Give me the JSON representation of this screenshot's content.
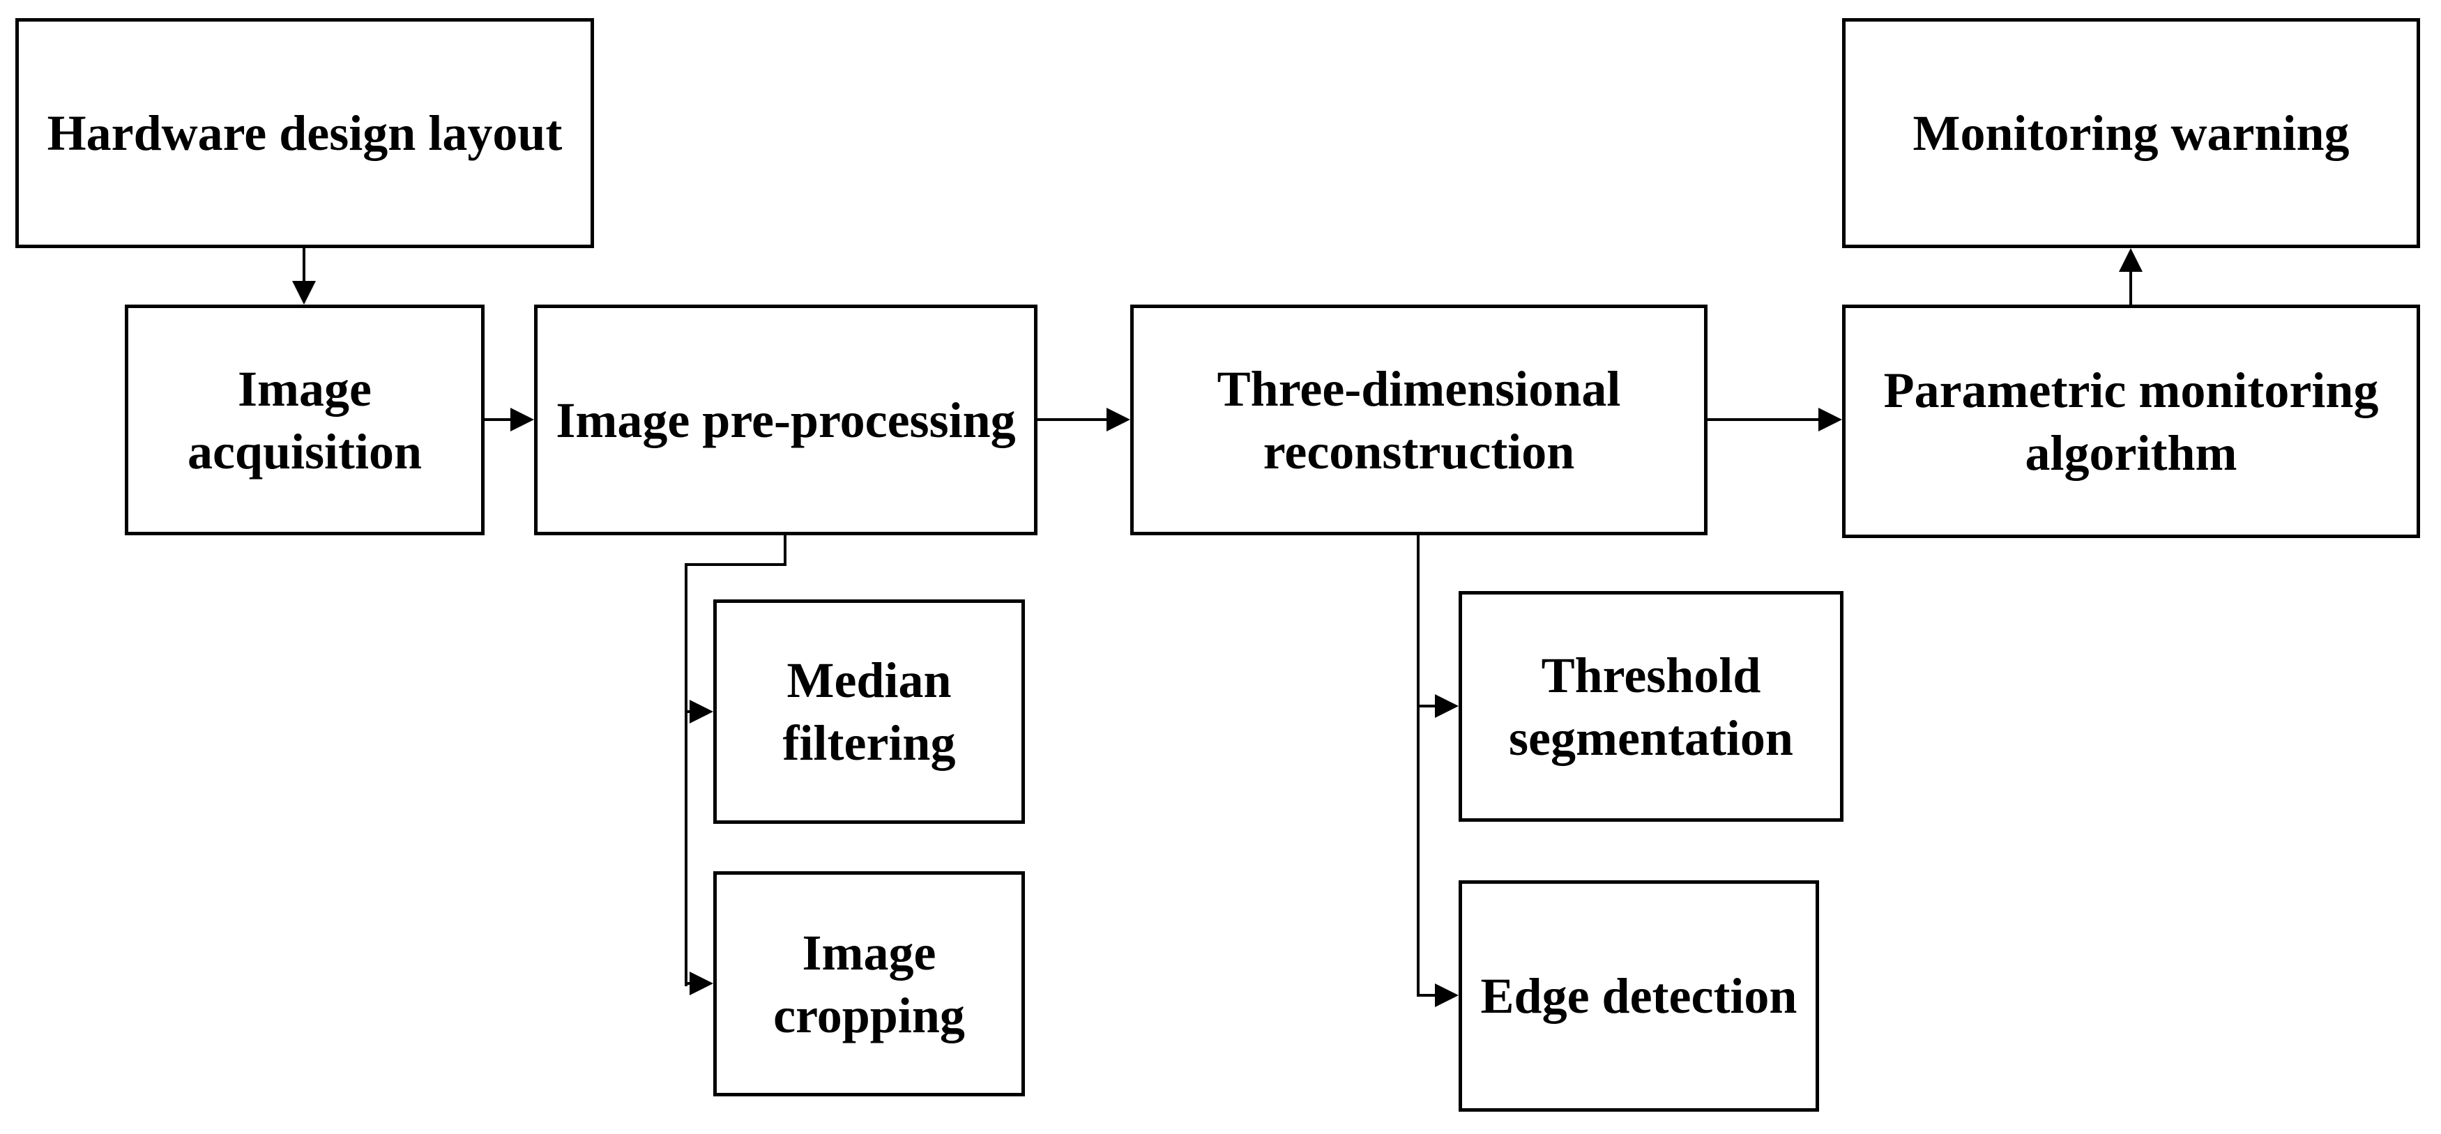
{
  "diagram": {
    "type": "flowchart",
    "colors": {
      "background": "#ffffff",
      "box_border": "#000000",
      "line": "#000000",
      "text": "#000000"
    },
    "nodes": [
      {
        "id": "hardware-design-layout",
        "label": "Hardware design layout"
      },
      {
        "id": "image-acquisition",
        "label": "Image\nacquisition"
      },
      {
        "id": "image-pre-processing",
        "label": "Image pre-processing"
      },
      {
        "id": "three-dimensional-reconstruction",
        "label": "Three-dimensional\nreconstruction"
      },
      {
        "id": "parametric-monitoring-algorithm",
        "label": "Parametric monitoring\nalgorithm"
      },
      {
        "id": "monitoring-warning",
        "label": "Monitoring warning"
      },
      {
        "id": "median-filtering",
        "label": "Median\nfiltering"
      },
      {
        "id": "image-cropping",
        "label": "Image\ncropping"
      },
      {
        "id": "threshold-segmentation",
        "label": "Threshold\nsegmentation"
      },
      {
        "id": "edge-detection",
        "label": "Edge detection"
      }
    ],
    "edges": [
      {
        "from": "hardware-design-layout",
        "to": "image-acquisition",
        "direction": "down"
      },
      {
        "from": "image-acquisition",
        "to": "image-pre-processing",
        "direction": "right"
      },
      {
        "from": "image-pre-processing",
        "to": "three-dimensional-reconstruction",
        "direction": "right"
      },
      {
        "from": "three-dimensional-reconstruction",
        "to": "parametric-monitoring-algorithm",
        "direction": "right"
      },
      {
        "from": "parametric-monitoring-algorithm",
        "to": "monitoring-warning",
        "direction": "up"
      },
      {
        "from": "image-pre-processing",
        "to": "median-filtering",
        "direction": "down-then-right"
      },
      {
        "from": "image-pre-processing",
        "to": "image-cropping",
        "direction": "down-then-right"
      },
      {
        "from": "three-dimensional-reconstruction",
        "to": "threshold-segmentation",
        "direction": "down-then-right"
      },
      {
        "from": "three-dimensional-reconstruction",
        "to": "edge-detection",
        "direction": "down-then-right"
      }
    ]
  }
}
